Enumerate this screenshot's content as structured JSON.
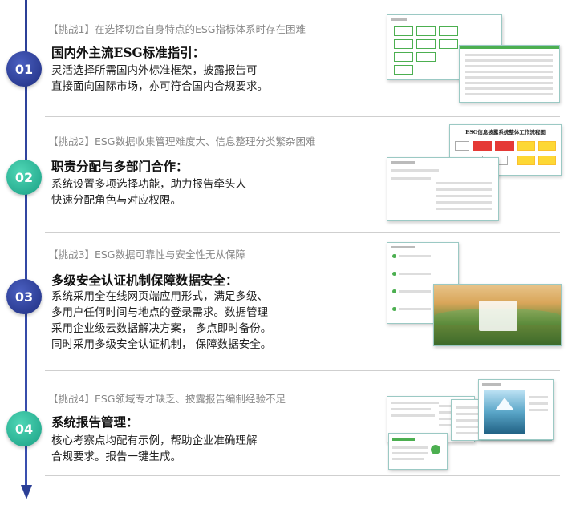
{
  "sections": [
    {
      "number": "01",
      "challenge": "【挑战1】在选择切合自身特点的ESG指标体系时存在困难",
      "heading": "国内外主流ESG标准指引：",
      "lines": [
        "灵活选择所需国内外标准框架，披露报告可",
        "直接面向国际市场，亦可符合国内合规要求。"
      ]
    },
    {
      "number": "02",
      "challenge": "【挑战2】ESG数据收集管理难度大、信息整理分类繁杂困难",
      "heading": "职责分配与多部门合作：",
      "lines": [
        "系统设置多项选择功能，助力报告牵头人",
        "快速分配角色与对应权限。"
      ]
    },
    {
      "number": "03",
      "challenge": "【挑战3】ESG数据可靠性与安全性无从保障",
      "heading": "多级安全认证机制保障数据安全：",
      "lines": [
        "系统采用全在线网页端应用形式，满足多级、",
        "多用户任何时间与地点的登录需求。数据管理",
        "采用企业级云数据解决方案， 多点即时备份。",
        "同时采用多级安全认证机制， 保障数据安全。"
      ]
    },
    {
      "number": "04",
      "challenge": "【挑战4】ESG领域专才缺乏、披露报告编制经验不足",
      "heading": "系统报告管理：",
      "lines": [
        "核心考察点均配有示例，帮助企业准确理解",
        "合规要求。报告一键生成。"
      ]
    }
  ],
  "screenshot2": {
    "flow_title": "ESG信息披露系统整体工作流程图"
  },
  "colors": {
    "timeline": "#2b3f96",
    "badge_blue": "#1f2e80",
    "badge_green": "#1a9f84",
    "accent_green": "#4caf50"
  }
}
